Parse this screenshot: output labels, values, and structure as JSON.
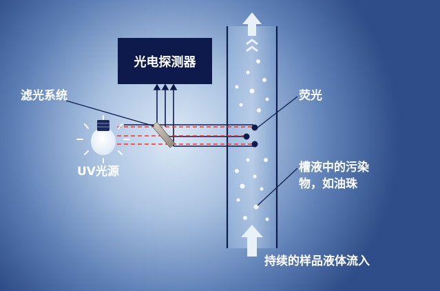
{
  "labels": {
    "detector": "光电探测器",
    "filter_system": "滤光系统",
    "uv_source": "UV光源",
    "fluorescence": "荧光",
    "contaminant_line1": "槽液中的污染",
    "contaminant_line2": "物，如油珠",
    "flow_in": "持续的样品液体流入"
  },
  "colors": {
    "bg_top": "#4a6aa3",
    "bg_bottom": "#2c4a85",
    "glow": "#d7e6f4",
    "detector_box": "#0d1a4b",
    "beam": "#ff2a2a",
    "tube_line": "#0d1a4b",
    "droplet": "#ffffff"
  }
}
